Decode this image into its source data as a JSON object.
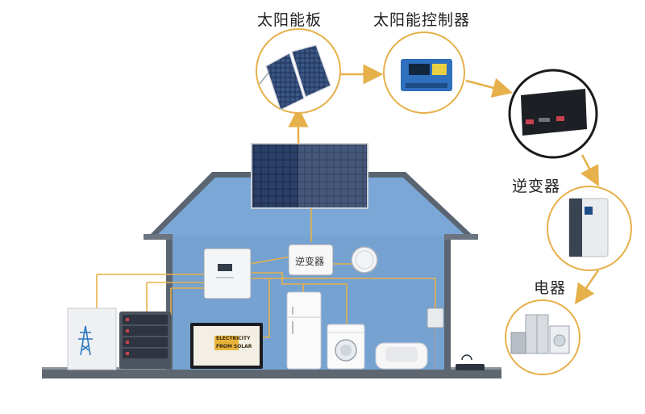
{
  "labels": {
    "solar_panel": "太阳能板",
    "solar_controller": "太阳能控制器",
    "inverter": "逆变器",
    "appliances": "电器",
    "inverter_box": "逆变器"
  },
  "tv_screen": {
    "line1": "ELECTRICITY",
    "line2": "FROM SOLAR"
  },
  "colors": {
    "accent": "#e6b04a",
    "house_wall": "#76a2d1",
    "roof": "#5b6572",
    "ground": "#5e6670"
  },
  "icons": [
    "solar-panel-icon",
    "charge-controller-icon",
    "battery-icon",
    "inverter-icon",
    "appliances-icon",
    "power-tower-icon",
    "router-icon",
    "clock-icon",
    "tv-icon",
    "fridge-icon",
    "washer-icon",
    "sofa-icon",
    "lamp-icon"
  ]
}
